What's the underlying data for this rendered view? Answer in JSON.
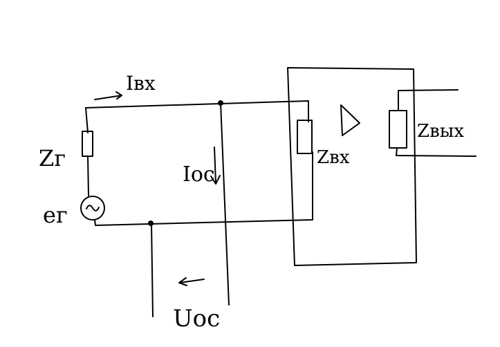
{
  "labels": {
    "input_current": "Iвх",
    "source_impedance": "Zг",
    "source_emf": "eг",
    "input_impedance": "Zвх",
    "output_impedance": "Zвых",
    "feedback_current": "Iос",
    "feedback_voltage": "Uос"
  },
  "icons": {
    "ac_source": "ac-source-icon",
    "amplifier": "amplifier-triangle-icon"
  },
  "colors": {
    "ink": "#000000",
    "background": "#ffffff"
  }
}
